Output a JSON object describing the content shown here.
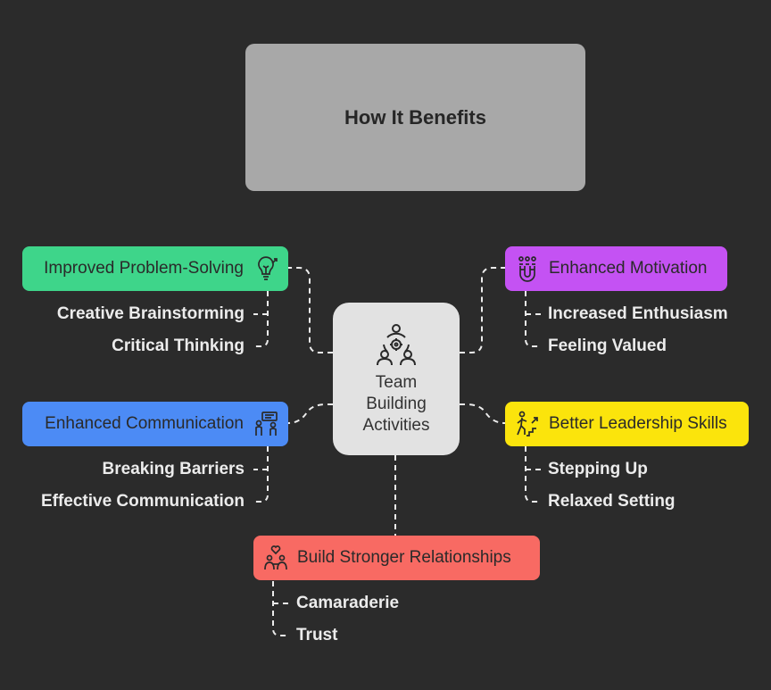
{
  "title": "How It Benefits",
  "center": {
    "lines": [
      "Team",
      "Building",
      "Activities"
    ]
  },
  "branches": {
    "problem": {
      "label": "Improved Problem-Solving",
      "color": "#3ed58a",
      "icon": "lightbulb-icon",
      "children": [
        "Creative Brainstorming",
        "Critical Thinking"
      ]
    },
    "communication": {
      "label": "Enhanced Communication",
      "color": "#4c8bf5",
      "icon": "people-talking-icon",
      "children": [
        "Breaking Barriers",
        "Effective Communication"
      ]
    },
    "motivation": {
      "label": "Enhanced Motivation",
      "color": "#c452f3",
      "icon": "magnet-people-icon",
      "children": [
        "Increased Enthusiasm",
        "Feeling Valued"
      ]
    },
    "leadership": {
      "label": "Better Leadership Skills",
      "color": "#fbe40c",
      "icon": "climbing-person-icon",
      "children": [
        "Stepping Up",
        "Relaxed Setting"
      ]
    },
    "relationships": {
      "label": "Build Stronger Relationships",
      "color": "#f86a63",
      "icon": "heart-people-icon",
      "children": [
        "Camaraderie",
        "Trust"
      ]
    }
  }
}
